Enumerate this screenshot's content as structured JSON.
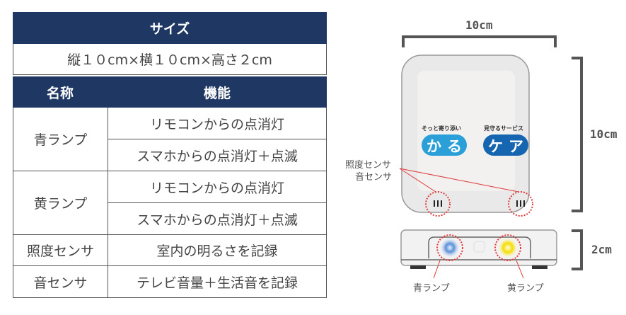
{
  "table": {
    "size_header": "サイズ",
    "size_value": "縦１０cm×横１０cm×高さ２cm",
    "col_headers": [
      "名称",
      "機能"
    ],
    "rows": [
      {
        "name": "青ランプ",
        "functions": [
          "リモコンからの点消灯",
          "スマホからの点消灯＋点滅"
        ]
      },
      {
        "name": "黄ランプ",
        "functions": [
          "リモコンからの点消灯",
          "スマホからの点消灯＋点滅"
        ]
      },
      {
        "name": "照度センサ",
        "functions": [
          "室内の明るさを記録"
        ]
      },
      {
        "name": "音センサ",
        "functions": [
          "テレビ音量＋生活音を記録"
        ]
      }
    ]
  },
  "diagram": {
    "width_label": "10cm",
    "height_label": "10cm",
    "depth_label": "2cm",
    "logo_tagline_left": "そっと寄り添い",
    "logo_tagline_right": "見守るサービス",
    "logo_left": "かる",
    "logo_right": "ケア",
    "sensor_label_1": "照度センサ",
    "sensor_label_2": "音センサ",
    "blue_lamp_label": "青ランプ",
    "yellow_lamp_label": "黄ランプ",
    "colors": {
      "header": "#1f3863",
      "logo_light": "#2a9fd8",
      "logo_dark": "#1565b0",
      "callout": "#e03a3a",
      "blue_lamp": "#5a8fd8",
      "yellow_lamp": "#f5dc00"
    }
  }
}
